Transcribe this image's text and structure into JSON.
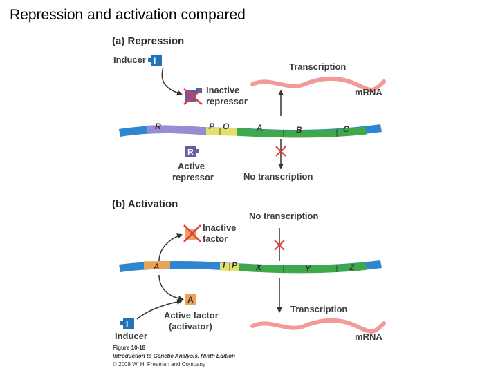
{
  "slide_title": "Repression and activation compared",
  "colors": {
    "repressor": "#6b5aa8",
    "inducer": "#2273b8",
    "activator": "#e8a55a",
    "cross": "#e03c3c",
    "dna_blue": "#2e86d0",
    "dna_purple": "#9a8cd0",
    "dna_yellow": "#e4e070",
    "dna_green": "#3ea84a",
    "dna_orange": "#e8a55a",
    "mrna": "#f29a9a"
  },
  "repression": {
    "heading": "(a) Repression",
    "inducer_label": "Inducer",
    "inducer_box": "I",
    "inactive_label_1": "Inactive",
    "inactive_label_2": "repressor",
    "repressor_box": "R",
    "active_label_1": "Active",
    "active_label_2": "repressor",
    "transcription_label": "Transcription",
    "mrna_label": "mRNA",
    "no_transcription_label": "No transcription",
    "genes": [
      "R",
      "P",
      "O",
      "A",
      "B",
      "C"
    ]
  },
  "activation": {
    "heading": "(b) Activation",
    "no_transcription_label": "No transcription",
    "inactive_label_1": "Inactive",
    "inactive_label_2": "factor",
    "activator_box": "A",
    "active_label_1": "Active factor",
    "active_label_2": "(activator)",
    "inducer_label": "Inducer",
    "inducer_box": "I",
    "transcription_label": "Transcription",
    "mrna_label": "mRNA",
    "genes": [
      "A",
      "I",
      "P",
      "X",
      "Y",
      "Z"
    ]
  },
  "caption": {
    "figure": "Figure 10-18",
    "book": "Introduction to Genetic Analysis, Ninth Edition",
    "copyright": "© 2008 W. H. Freeman and Company"
  }
}
